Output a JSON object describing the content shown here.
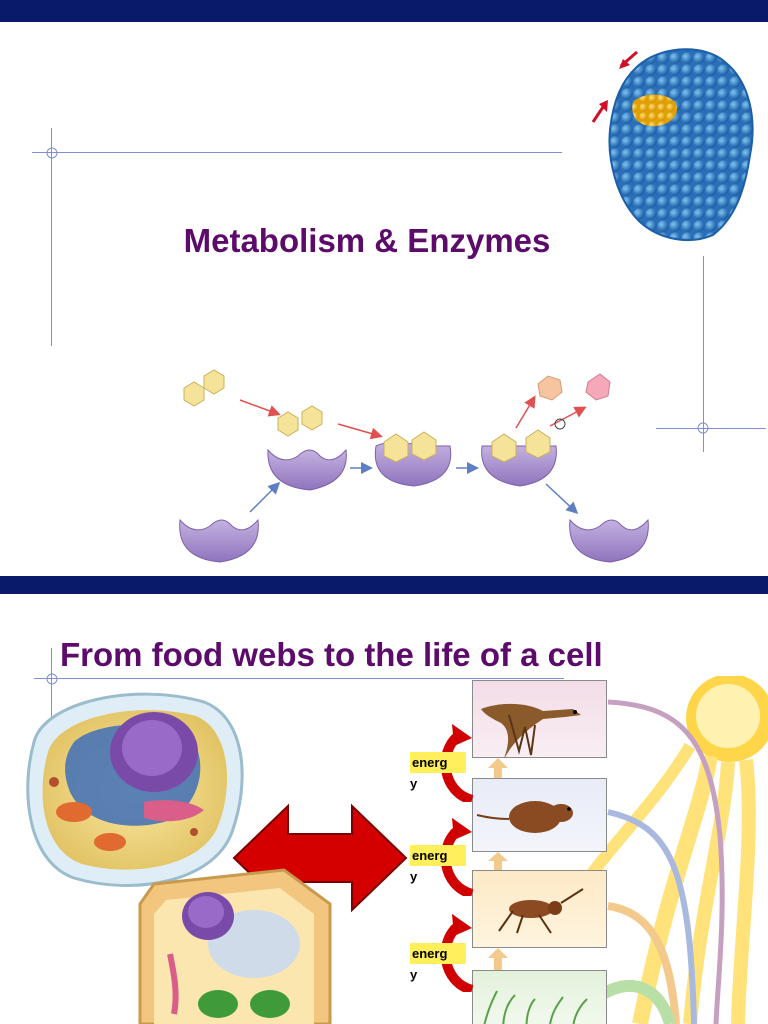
{
  "slide1": {
    "title": "Metabolism & Enzymes"
  },
  "slide2": {
    "title": "From food webs to the life of a cell",
    "energy_labels": [
      {
        "line1": "energ",
        "line2": "y"
      },
      {
        "line1": "energ",
        "line2": "y"
      },
      {
        "line1": "energ",
        "line2": "y"
      }
    ]
  },
  "colors": {
    "title": "#5c0b6b",
    "bar": "#0a1a6b",
    "enzyme": "#a48ac8",
    "substrate": "#f6e39a",
    "arrow_red": "#c80000",
    "highlight": "#ffef5a"
  }
}
